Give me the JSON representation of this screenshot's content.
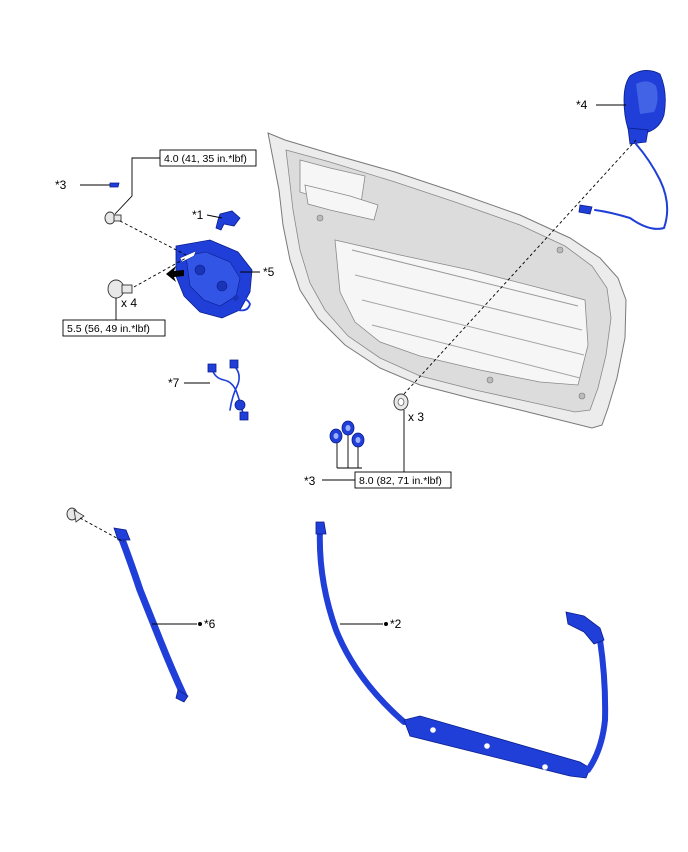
{
  "callouts": {
    "c1": "*1",
    "c2": "*2",
    "c3_top": "*3",
    "c3_bottom": "*3",
    "c4": "*4",
    "c5": "*5",
    "c6": "*6",
    "c7": "*7"
  },
  "torques": {
    "mirror_bolt": "4.0 (41, 35 in.*lbf)",
    "regulator_bolt": "5.5 (56, 49 in.*lbf)",
    "door_nut": "8.0 (82, 71 in.*lbf)"
  },
  "quantities": {
    "regulator_bolt": "x 4",
    "door_nut": "x 3"
  },
  "colors": {
    "part_highlight": "#1f3fd8",
    "door_panel": "#ececec"
  }
}
